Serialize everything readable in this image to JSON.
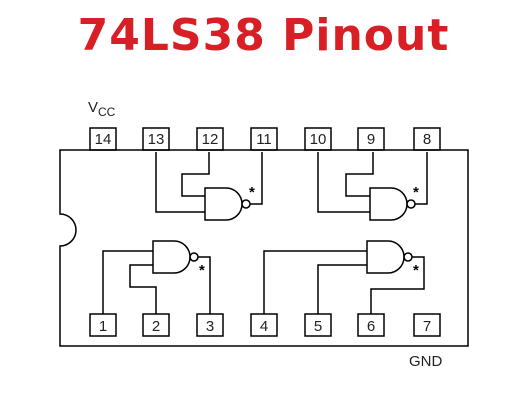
{
  "title": "74LS38 Pinout",
  "colors": {
    "title": "#d81f26",
    "line": "#000000",
    "background": "#ffffff"
  },
  "vcc": {
    "main": "V",
    "sub": "CC"
  },
  "gnd": "GND",
  "pins_top": [
    "14",
    "13",
    "12",
    "11",
    "10",
    "9",
    "8"
  ],
  "pins_bottom": [
    "1",
    "2",
    "3",
    "4",
    "5",
    "6",
    "7"
  ],
  "gate_marker": "*"
}
